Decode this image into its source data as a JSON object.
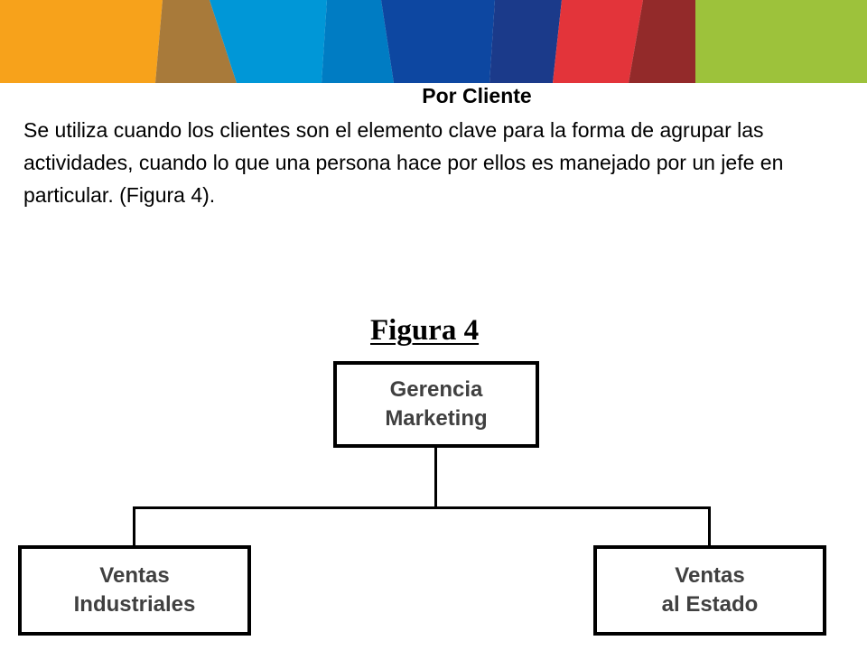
{
  "banner": {
    "colors": [
      "#f7a21b",
      "#a87a3a",
      "#0097d7",
      "#007cc3",
      "#0d47a1",
      "#1b3a8a",
      "#e3343a",
      "#932a2a",
      "#9dc23b"
    ]
  },
  "slide": {
    "heading": "Por Cliente",
    "paragraph": "Se utiliza cuando los clientes son el elemento clave para la forma de agrupar las actividades, cuando lo que una persona hace por ellos es manejado por un jefe en particular. (Figura 4)."
  },
  "figure": {
    "title": "Figura 4",
    "root": "Gerencia\nMarketing",
    "children": [
      "Ventas\nIndustriales",
      "Ventas\nal Estado"
    ]
  }
}
